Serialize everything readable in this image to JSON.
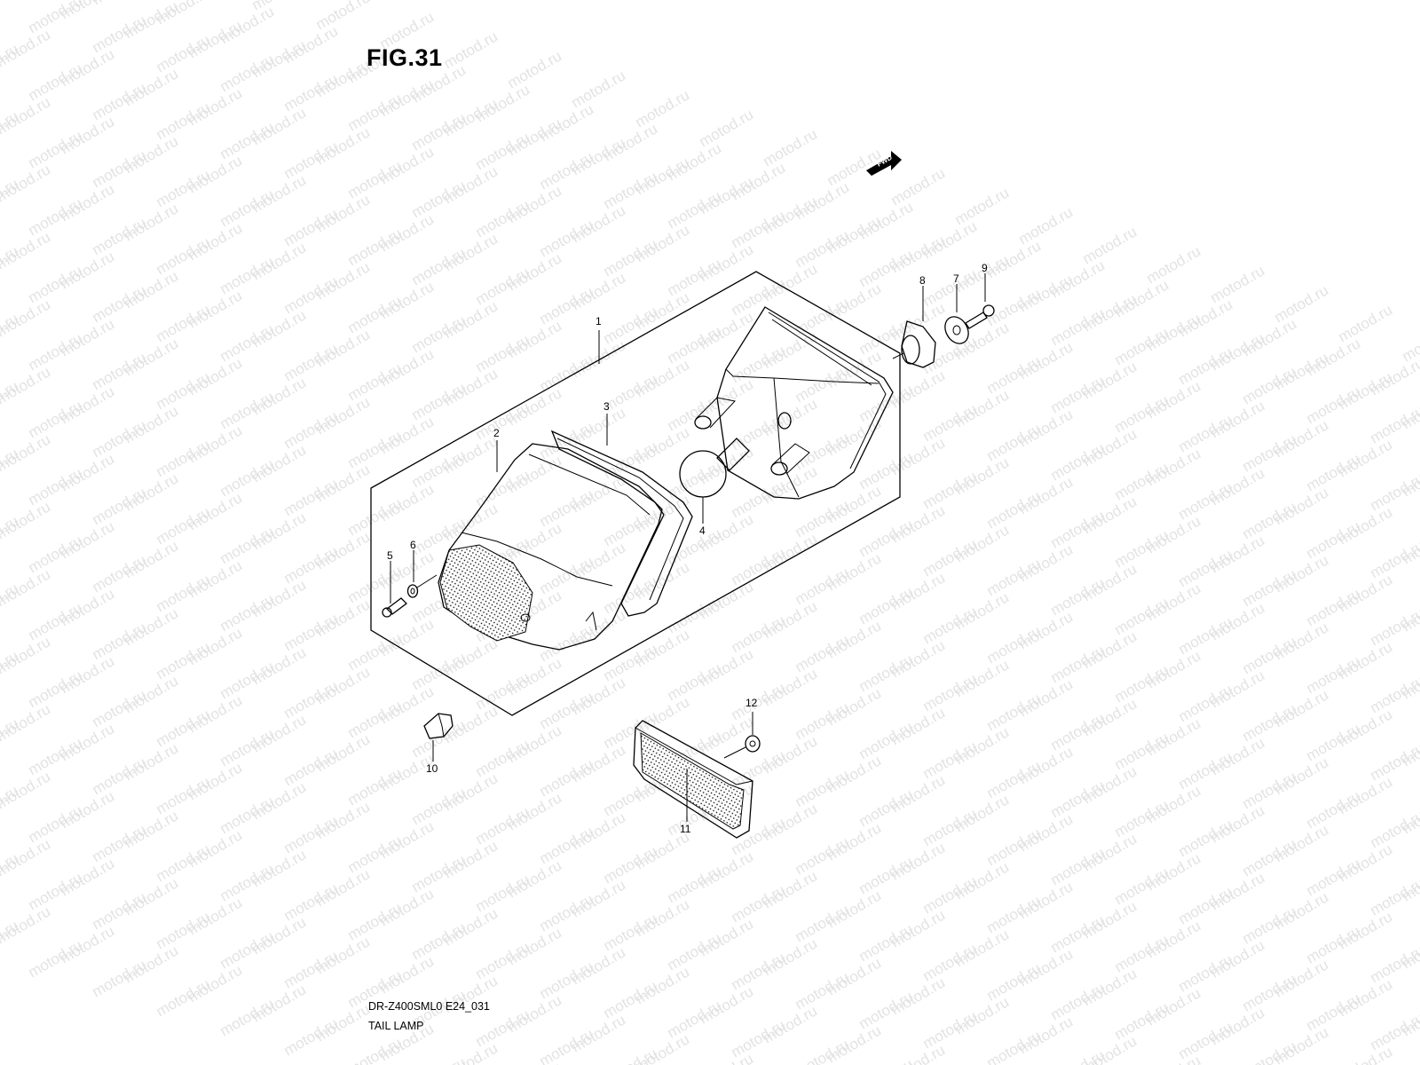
{
  "figure": {
    "title": "FIG.31",
    "model_code": "DR-Z400SML0 E24_031",
    "name": "TAIL LAMP",
    "watermark_text": "motod.ru",
    "direction_label": "FWD"
  },
  "callouts": [
    "1",
    "2",
    "3",
    "4",
    "5",
    "6",
    "7",
    "8",
    "9",
    "10",
    "11",
    "12"
  ],
  "colors": {
    "line": "#000000",
    "watermark": "#e3e3e3",
    "background": "#ffffff"
  }
}
